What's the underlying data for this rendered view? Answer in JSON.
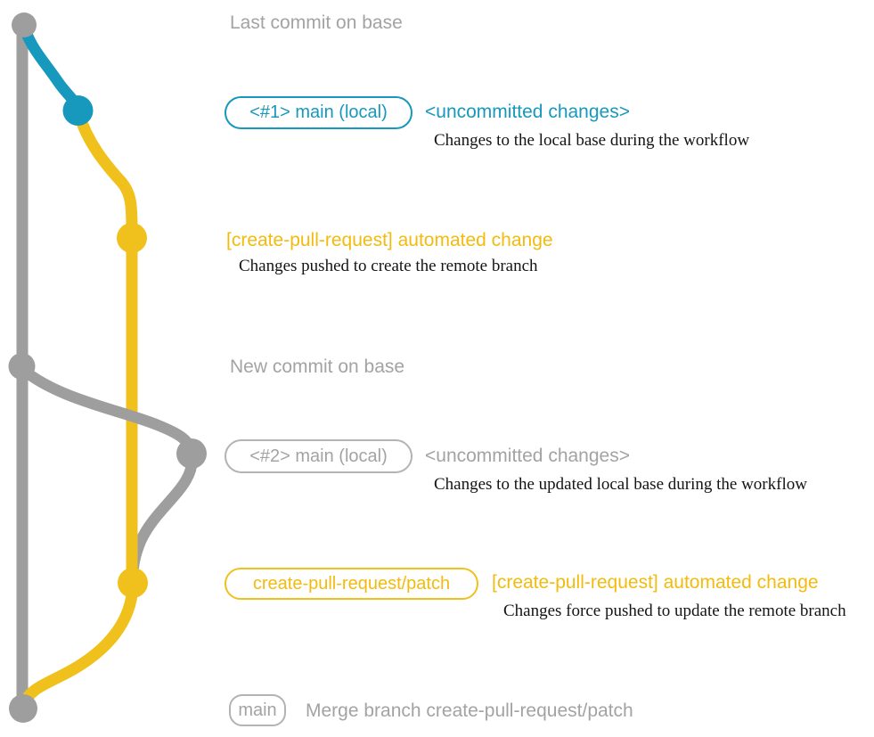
{
  "colors": {
    "base_gray": "#9e9e9e",
    "text_gray": "#a3a3a3",
    "box_gray": "#b3b3b3",
    "blue": "#1798bd",
    "yellow": "#f0c11c",
    "yellow_text": "#f2bb0d",
    "serif_black": "#141414"
  },
  "annotations": {
    "last_commit": "Last commit on base",
    "new_commit": "New commit on base",
    "merge_commit": "Merge branch create-pull-request/patch"
  },
  "rows": {
    "row1": {
      "branch_label": "<#1> main (local)",
      "status": "<uncommitted changes>",
      "description": "Changes to the local base during the workflow"
    },
    "row2": {
      "commit_message": "[create-pull-request] automated change",
      "description": "Changes pushed to create the remote branch"
    },
    "row3": {
      "branch_label": "<#2> main (local)",
      "status": "<uncommitted changes>",
      "description": "Changes to the updated local base during the workflow"
    },
    "row4": {
      "branch_label": "create-pull-request/patch",
      "commit_message": "[create-pull-request] automated change",
      "description": "Changes force pushed to update the remote branch"
    },
    "row5": {
      "branch_label": "main"
    }
  },
  "graph": {
    "branches": [
      "base (gray)",
      "main local (blue)",
      "create-pull-request/patch (yellow)"
    ],
    "commits": [
      {
        "id": "last-commit-on-base",
        "branch": "base"
      },
      {
        "id": "uncommitted-1",
        "branch": "main-local"
      },
      {
        "id": "automated-change-1",
        "branch": "create-pull-request/patch"
      },
      {
        "id": "new-commit-on-base",
        "branch": "base"
      },
      {
        "id": "uncommitted-2",
        "branch": "main-local"
      },
      {
        "id": "automated-change-2",
        "branch": "create-pull-request/patch"
      },
      {
        "id": "merge-commit",
        "branch": "base"
      }
    ]
  }
}
